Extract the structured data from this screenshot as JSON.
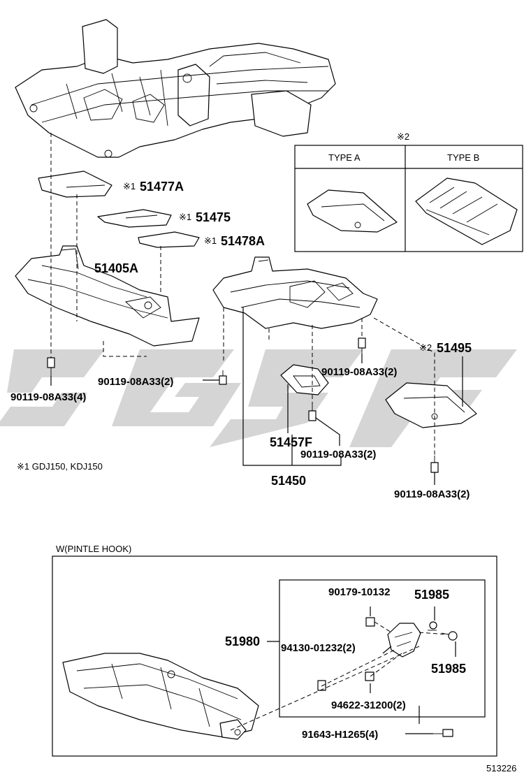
{
  "labels": {
    "p51477A": "51477A",
    "p51475": "51475",
    "p51478A": "51478A",
    "p51405A": "51405A",
    "p51495": "51495",
    "p51457F": "51457F",
    "p51450": "51450",
    "bolt_left": "90119-08A33(4)",
    "bolt_mid": "90119-08A33(2)",
    "bolt_top_right": "90119-08A33(2)",
    "bolt_center": "90119-08A33(2)",
    "bolt_bottom_right": "90119-08A33(2)",
    "p51980": "51980",
    "p90179": "90179-10132",
    "p51985_top": "51985",
    "p51985_bottom": "51985",
    "p94130": "94130-01232(2)",
    "p94622": "94622-31200(2)",
    "p91643": "91643-H1265(4)"
  },
  "marks": {
    "note1": "※1",
    "note2": "※2"
  },
  "type_box": {
    "header": "※2",
    "type_a": "TYPE A",
    "type_b": "TYPE B"
  },
  "footnote": "※1 GDJ150, KDJ150",
  "pintle_section": "W(PINTLE HOOK)",
  "diagram_id": "513226",
  "colors": {
    "line": "#000000",
    "watermark": "#9a9a9a",
    "background": "#ffffff"
  }
}
